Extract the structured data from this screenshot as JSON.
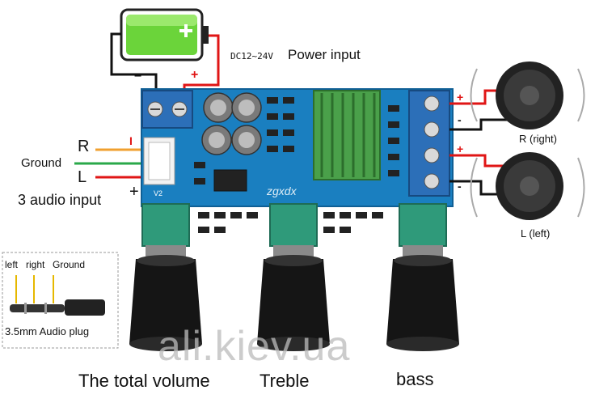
{
  "labels": {
    "power_prefix": "DC12~24V",
    "power_suffix": "Power input",
    "minus": "−",
    "plus": "+",
    "r": "R",
    "ground": "Ground",
    "l": "L",
    "audio_input": "3 audio input",
    "audio_plus": "+",
    "plug_left": "left",
    "plug_right": "right",
    "plug_ground": "Ground",
    "plug_title": "3.5mm Audio plug",
    "right_speaker": "R (right)",
    "left_speaker": "L (left)",
    "total_volume": "The total volume",
    "treble": "Treble",
    "bass": "bass",
    "watermark": "ali.kiev.ua",
    "small_watermark": "zgxdx",
    "board_v2": "V2",
    "sp_plus_r": "+",
    "sp_minus_r": "-",
    "sp_plus_l": "+",
    "sp_minus_l": "-",
    "wire_r": "I"
  },
  "colors": {
    "board": "#1a7fc0",
    "battery_green": "#6bd43a",
    "heatsink": "#4aa04a",
    "knob": "#151515",
    "pot": "#2f9a7a",
    "terminal": "#2c6fb8"
  }
}
